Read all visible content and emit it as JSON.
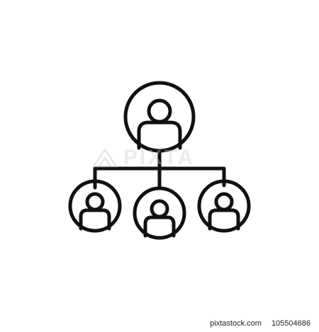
{
  "icon": {
    "name": "organization-hierarchy-icon",
    "stroke_color": "#111111",
    "background_color": "#ffffff"
  },
  "watermark": {
    "text": "PIXTA"
  },
  "footer": {
    "site": "pixtastock.com",
    "image_number": "105504686"
  }
}
